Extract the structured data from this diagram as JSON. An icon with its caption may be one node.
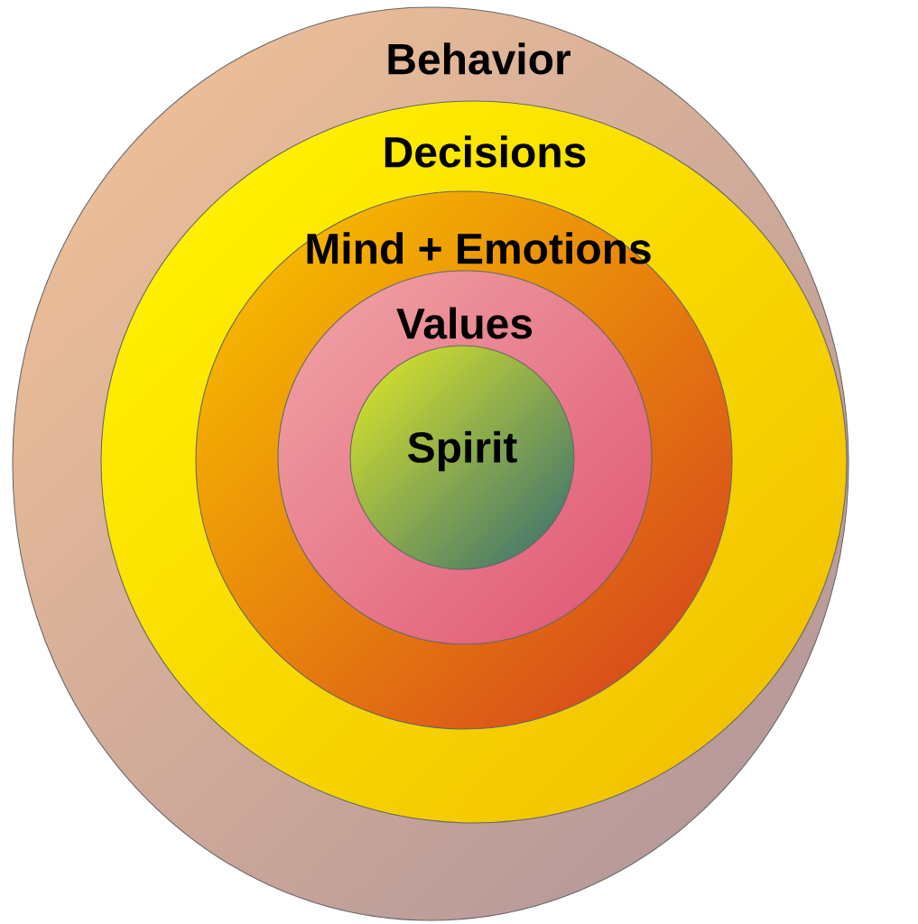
{
  "diagram": {
    "nodes": [
      {
        "text": [
          "Behavior"
        ]
      },
      {
        "text": [
          "Decisions"
        ],
        "in": 0
      },
      {
        "text": [
          "Mind + Emotions"
        ],
        "in": 1
      },
      {
        "text": [
          "Values"
        ],
        "in": 2
      },
      {
        "text": [
          "Spirit"
        ],
        "in": 3
      }
    ]
  }
}
